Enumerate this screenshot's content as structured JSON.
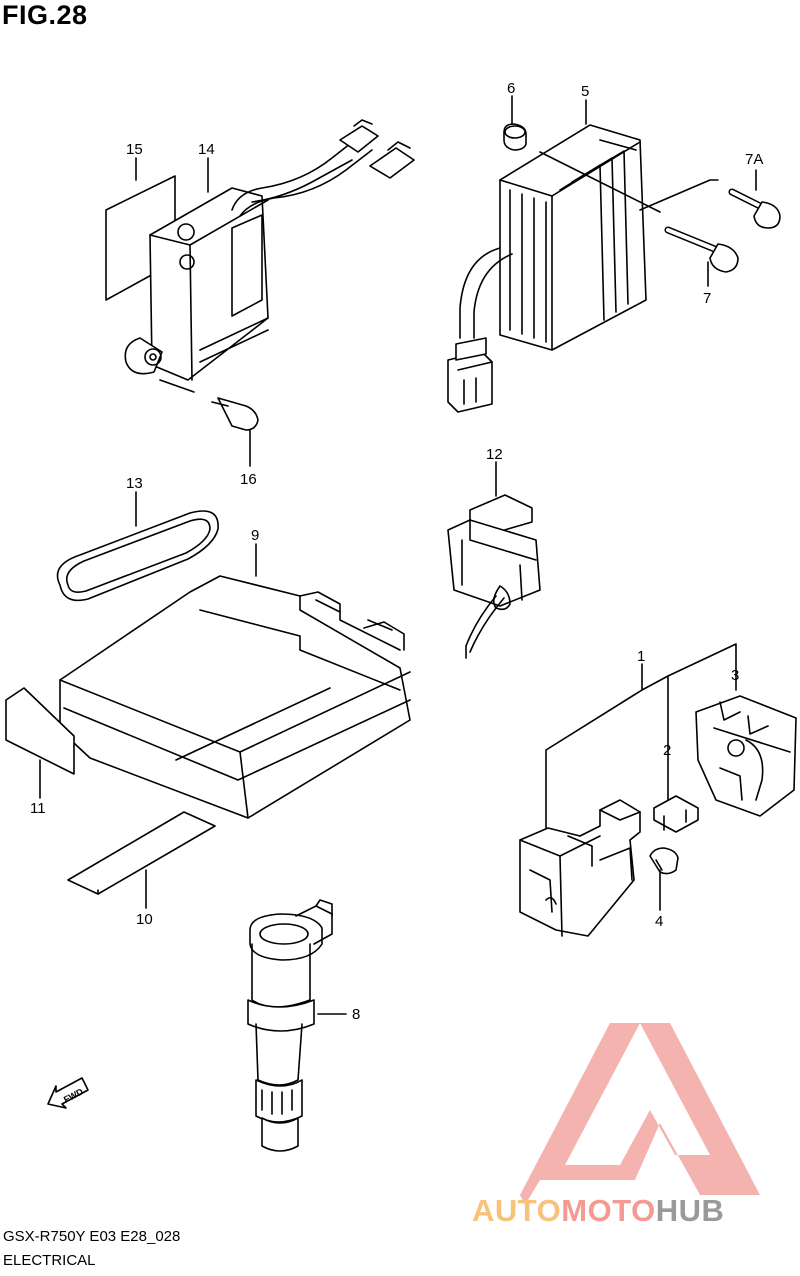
{
  "figure": {
    "title": "FIG.28",
    "model_code": "GSX-R750Y E03 E28_028",
    "section": "ELECTRICAL"
  },
  "callouts": {
    "c1": "1",
    "c2": "2",
    "c3": "3",
    "c4": "4",
    "c5": "5",
    "c6": "6",
    "c7": "7",
    "c7a": "7A",
    "c8": "8",
    "c9": "9",
    "c10": "10",
    "c11": "11",
    "c12": "12",
    "c13": "13",
    "c14": "14",
    "c15": "15",
    "c16": "16"
  },
  "fwd_arrow": {
    "label": "FWD",
    "icon": "fwd-arrow-icon"
  },
  "watermark": {
    "part1": "AUTO",
    "part2": "MOTO",
    "part3": "HUB",
    "colors": {
      "auto": "#f6c27c",
      "moto": "#f39a93",
      "hub": "#9a9a9a",
      "logo": "#f3a6a1"
    }
  }
}
